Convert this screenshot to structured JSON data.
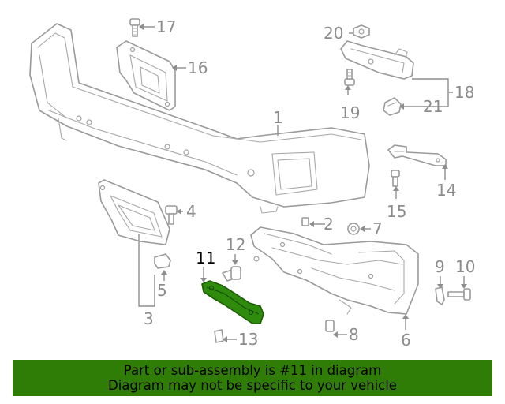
{
  "diagram": {
    "callouts": {
      "c1": "1",
      "c2": "2",
      "c3": "3",
      "c4": "4",
      "c5": "5",
      "c6": "6",
      "c7": "7",
      "c8": "8",
      "c9": "9",
      "c10": "10",
      "c11": "11",
      "c12": "12",
      "c13": "13",
      "c14": "14",
      "c15": "15",
      "c16": "16",
      "c17": "17",
      "c18": "18",
      "c19": "19",
      "c20": "20",
      "c21": "21"
    },
    "highlighted_part": "11",
    "colors": {
      "highlight": "#2e8b0c",
      "banner": "#2f7d07",
      "line": "#9a9a9a"
    }
  },
  "footer": {
    "line1": "Part or sub-assembly is #11 in diagram",
    "line2": "Diagram may not be specific to your vehicle"
  }
}
